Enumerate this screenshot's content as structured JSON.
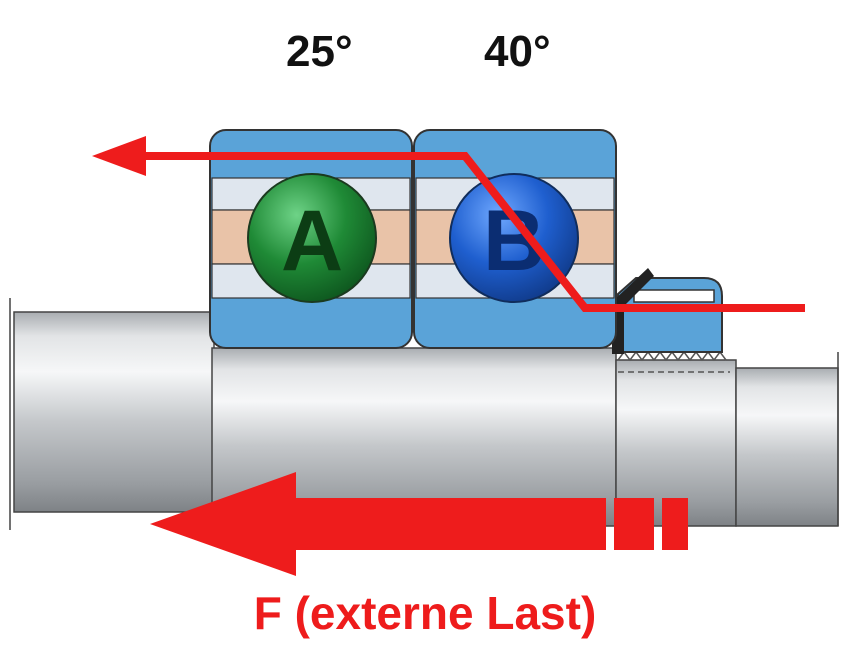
{
  "angles": {
    "left": "25°",
    "right": "40°"
  },
  "balls": [
    {
      "letter": "A",
      "fill": "#1f8a36",
      "text_color": "#0c3d14"
    },
    {
      "letter": "B",
      "fill": "#1f5fcf",
      "text_color": "#0b2d72"
    }
  ],
  "caption": "F (externe Last)",
  "colors": {
    "force": "#ee1c1c",
    "bearing": "#5aa3d8",
    "cage": "#e9c3a8",
    "shaft": "#c9cdd1"
  }
}
